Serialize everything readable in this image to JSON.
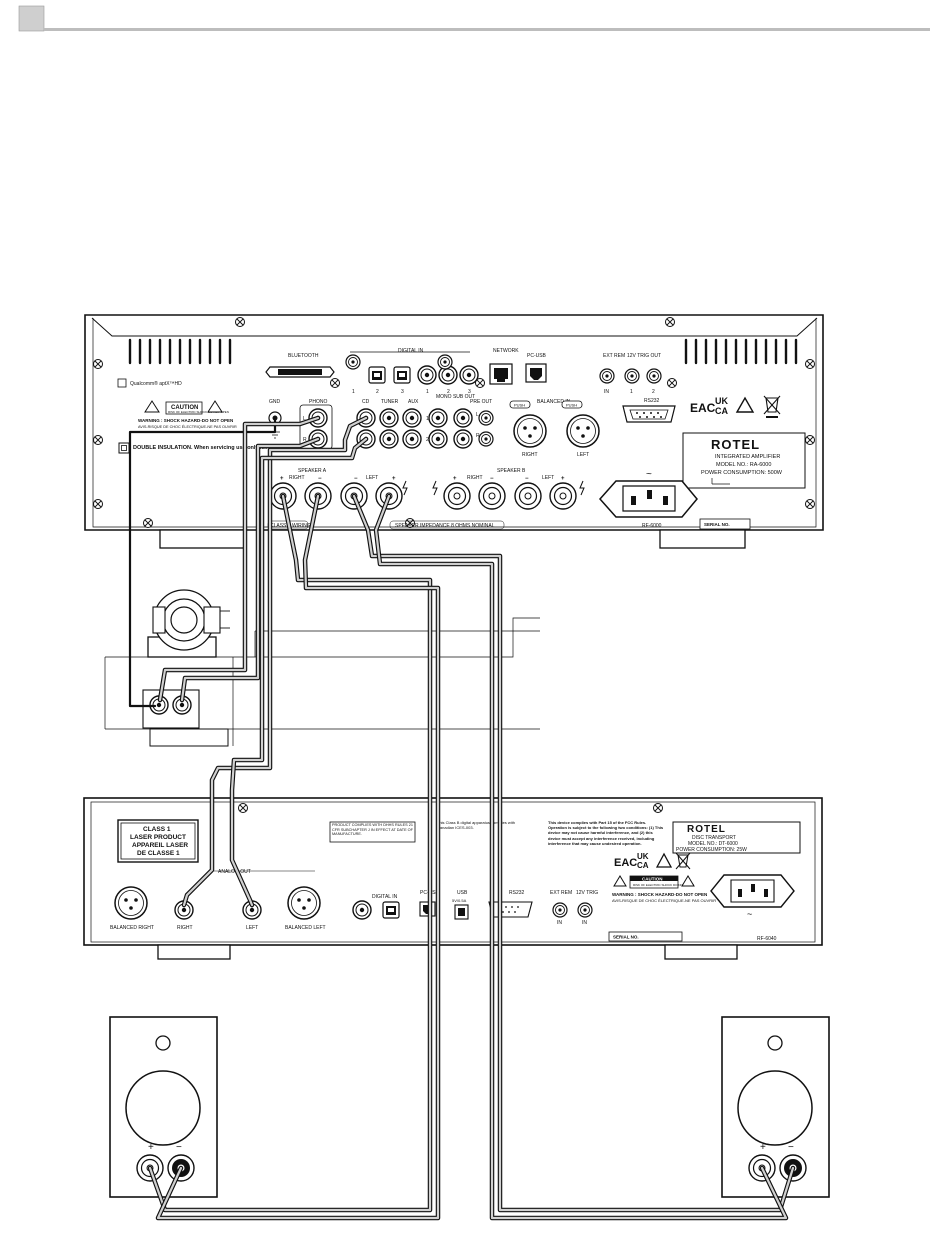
{
  "amplifier": {
    "brand": "ROTEL",
    "type": "INTEGRATED AMPLIFIER",
    "model": "MODEL NO.: RA-6000",
    "power": "POWER CONSUMPTION: 500W",
    "serial_label": "SERIAL NO.",
    "ac_inlet_label": "RF-6000",
    "labels": {
      "bluetooth": "BLUETOOTH",
      "digital_in": "DIGITAL IN",
      "network": "NETWORK",
      "pc_usb": "PC-USB",
      "ext_rem": "EXT REM",
      "trig_out": "12V TRIG OUT",
      "gnd": "GND",
      "phono": "PHONO",
      "cd": "CD",
      "tuner": "TUNER",
      "aux": "AUX",
      "mono_sub_out": "MONO SUB OUT",
      "pre_out": "PRE OUT",
      "balanced_in": "BALANCED IN",
      "rs232": "RS232",
      "right": "RIGHT",
      "left": "LEFT",
      "push": "PUSH",
      "speaker_a": "SPEAKER A",
      "speaker_b": "SPEAKER B",
      "class2": "CLASS 2 WIRING",
      "impedance": "SPEAKER IMPEDANCE 8 OHMS NOMINAL",
      "qualcomm": "Qualcomm® aptX™HD",
      "double_insulation": "DOUBLE INSULATION. When servicing use only identical replacement parts.",
      "caution": "CAUTION",
      "caution_sub": "RISK OF ELECTRIC SHOCK DO NOT OPEN",
      "warning": "WARNING : SHOCK HAZARD-DO NOT OPEN",
      "warning_fr": "AVIS-RISQUE DE CHOC ÉLECTRIQUE-NE PAS OUVRIR",
      "l": "L",
      "r": "R",
      "n1": "1",
      "n2": "2",
      "n3": "3",
      "in": "IN",
      "ukca": "UK CA",
      "eac": "EAC"
    }
  },
  "transport": {
    "brand": "ROTEL",
    "type": "DISC TRANSPORT",
    "model": "MODEL NO.: DT-6000",
    "power": "POWER CONSUMPTION: 25W",
    "serial_label": "SERIAL NO.",
    "ac_inlet_label": "RF-6040",
    "laser": [
      "CLASS 1",
      "LASER PRODUCT",
      "APPAREIL LASER",
      "DE CLASSE 1"
    ],
    "compliance": "PRODUCT COMPLIES WITH DHHS RULES 21 CFR SUBCHAPTER J IN EFFECT AT DATE OF MANUFACTURE.",
    "labels": {
      "analog_out": "ANALOG OUT",
      "balanced_right": "BALANCED RIGHT",
      "right": "RIGHT",
      "left": "LEFT",
      "balanced_left": "BALANCED LEFT",
      "digital_in": "DIGITAL IN",
      "pc_usb": "PC-USB",
      "usb": "USB",
      "usb_power": "5V/0.5A",
      "rs232": "RS232",
      "ext_rem": "EXT REM",
      "trig": "12V TRIG",
      "in": "IN",
      "fcc": "This device complies with Part 15 of the FCC Rules. Operation is subject to the following two conditions: (1) This device may not cause harmful interference, and (2) this device must accept any interference received, including interference that may cause undesired operation.",
      "ices": "This Class B digital apparatus complies with Canadian ICES-003.",
      "caution": "CAUTION",
      "caution_sub": "RISK OF ELECTRIC SHOCK DO NOT OPEN",
      "warning": "WARNING : SHOCK HAZARD-DO NOT OPEN",
      "warning_fr": "AVIS-RISQUE DE CHOC ÉLECTRIQUE-NE PAS OUVRIR",
      "ukca": "UK CA",
      "eac": "EAC"
    }
  },
  "speakers": {
    "plus": "+",
    "minus": "−"
  },
  "colors": {
    "line": "#111111",
    "panel": "#ffffff",
    "header_box": "#cfcfcf",
    "header_rule": "#bdbdbd",
    "wire_fill": "#d0d0d0"
  },
  "icons": [
    "corner-square-icon",
    "turntable-icon",
    "warning-triangle-icon",
    "recycle-bin-icon",
    "ac-inlet-icon",
    "ground-icon",
    "rca-jack-icon",
    "xlr-jack-icon",
    "optical-port-icon",
    "speaker-terminal-icon",
    "lightning-icon"
  ]
}
